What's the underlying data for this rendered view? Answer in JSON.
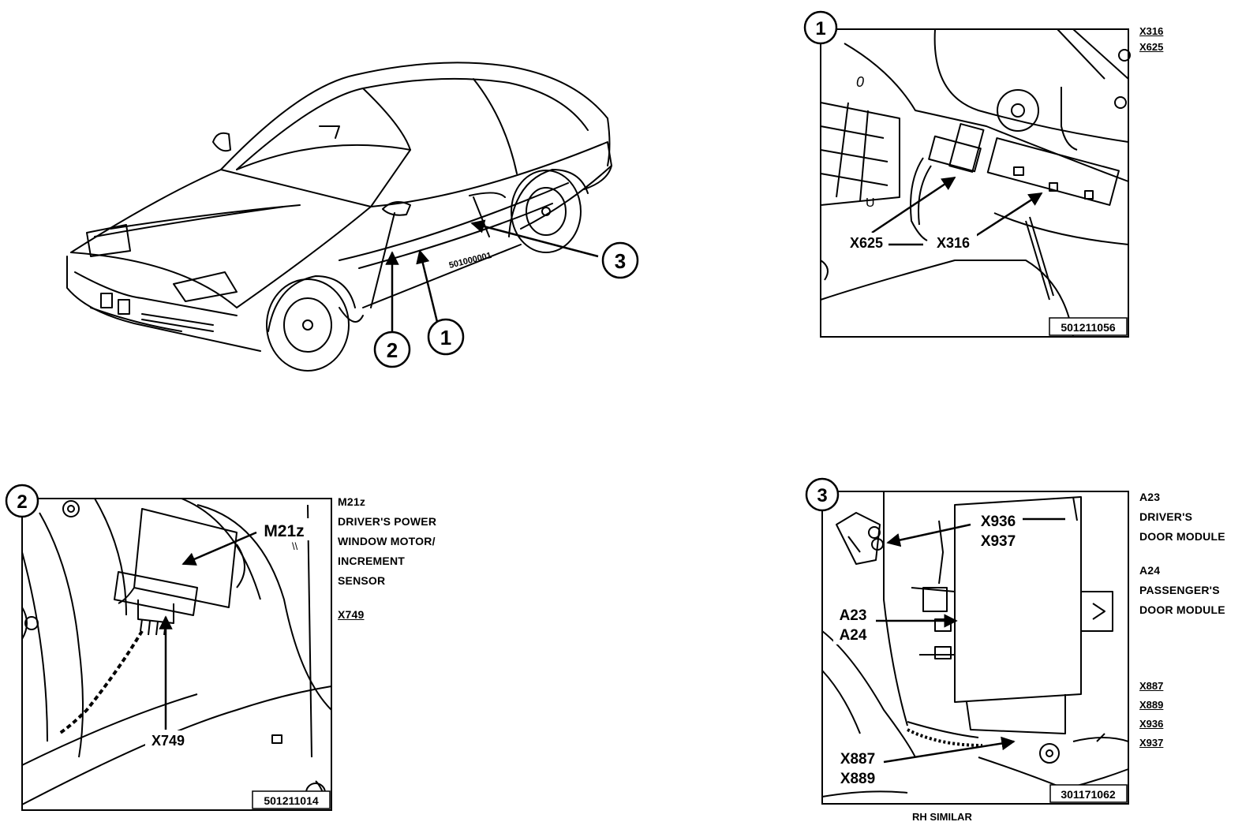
{
  "car": {
    "code": "501000001",
    "callouts": [
      "1",
      "2",
      "3"
    ]
  },
  "panel1": {
    "number": "1",
    "side_codes": [
      "X316",
      "X625"
    ],
    "labels": [
      "X625",
      "X316"
    ],
    "figure_code": "501211056"
  },
  "panel2": {
    "number": "2",
    "side_title": "M21z",
    "side_desc": [
      "DRIVER'S POWER",
      "WINDOW MOTOR/",
      "INCREMENT",
      "SENSOR"
    ],
    "side_code": "X749",
    "labels": [
      "M21z",
      "X749"
    ],
    "figure_code": "501211014"
  },
  "panel3": {
    "number": "3",
    "side_a23": [
      "A23",
      "DRIVER'S",
      "DOOR MODULE"
    ],
    "side_a24": [
      "A24",
      "PASSENGER'S",
      "DOOR MODULE"
    ],
    "side_codes": [
      "X887",
      "X889",
      "X936",
      "X937"
    ],
    "labels": [
      "X936",
      "X937",
      "A23",
      "A24",
      "X887",
      "X889"
    ],
    "figure_code": "301171062",
    "caption": "RH SIMILAR"
  }
}
